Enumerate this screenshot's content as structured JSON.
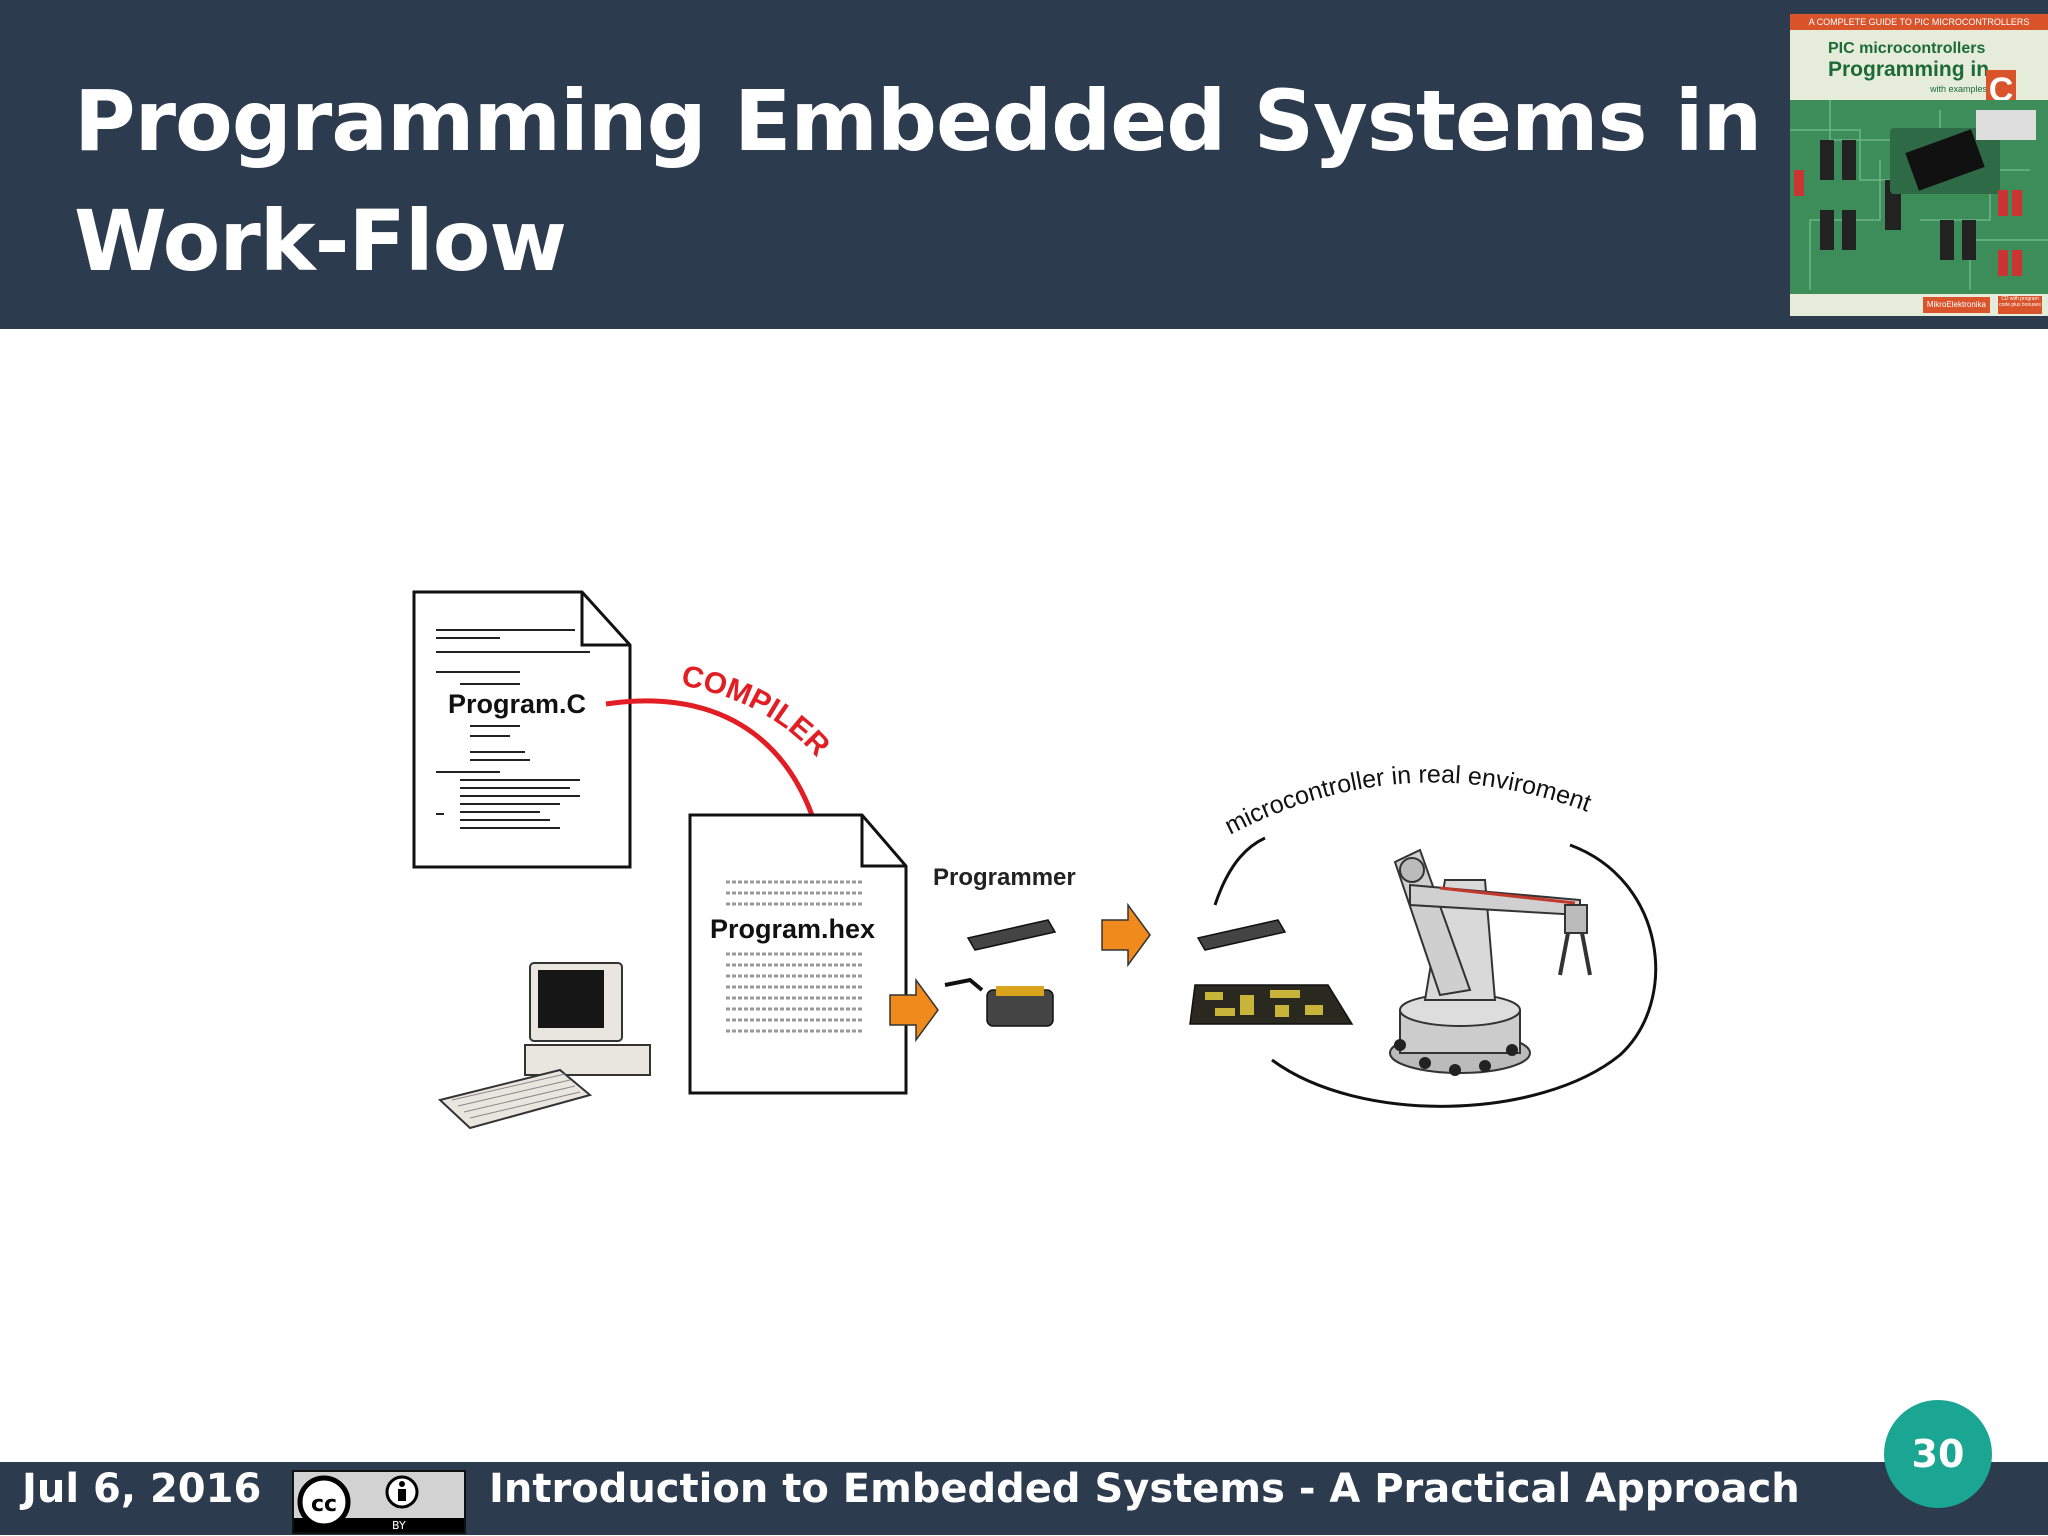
{
  "slide": {
    "title_line1": "Programming Embedded Systems in C",
    "title_line2": "Work-Flow"
  },
  "book_cover": {
    "top_banner": "A COMPLETE GUIDE TO PIC MICROCONTROLLERS",
    "line1": "PIC microcontrollers",
    "line2": "Programming in",
    "line3": "with examples",
    "letter": "C",
    "brand": "MikroElektronika",
    "tag": "CD with program code plus bonuses"
  },
  "diagram": {
    "source_file": "Program.C",
    "compiler_label": "COMPILER",
    "hex_file": "Program.hex",
    "programmer_label": "Programmer",
    "environment_label": "microcontroller in real enviroment",
    "colors": {
      "compiler_arrow": "#e21d24",
      "flow_arrow": "#f08a1c"
    }
  },
  "footer": {
    "date": "Jul 6, 2016",
    "license_cc": "cc",
    "license_by": "BY",
    "course_title": "Introduction to Embedded Systems - A Practical Approach",
    "page_number": "30"
  },
  "colors": {
    "header_bg": "#2d3b4f",
    "page_badge": "#1aa692"
  }
}
